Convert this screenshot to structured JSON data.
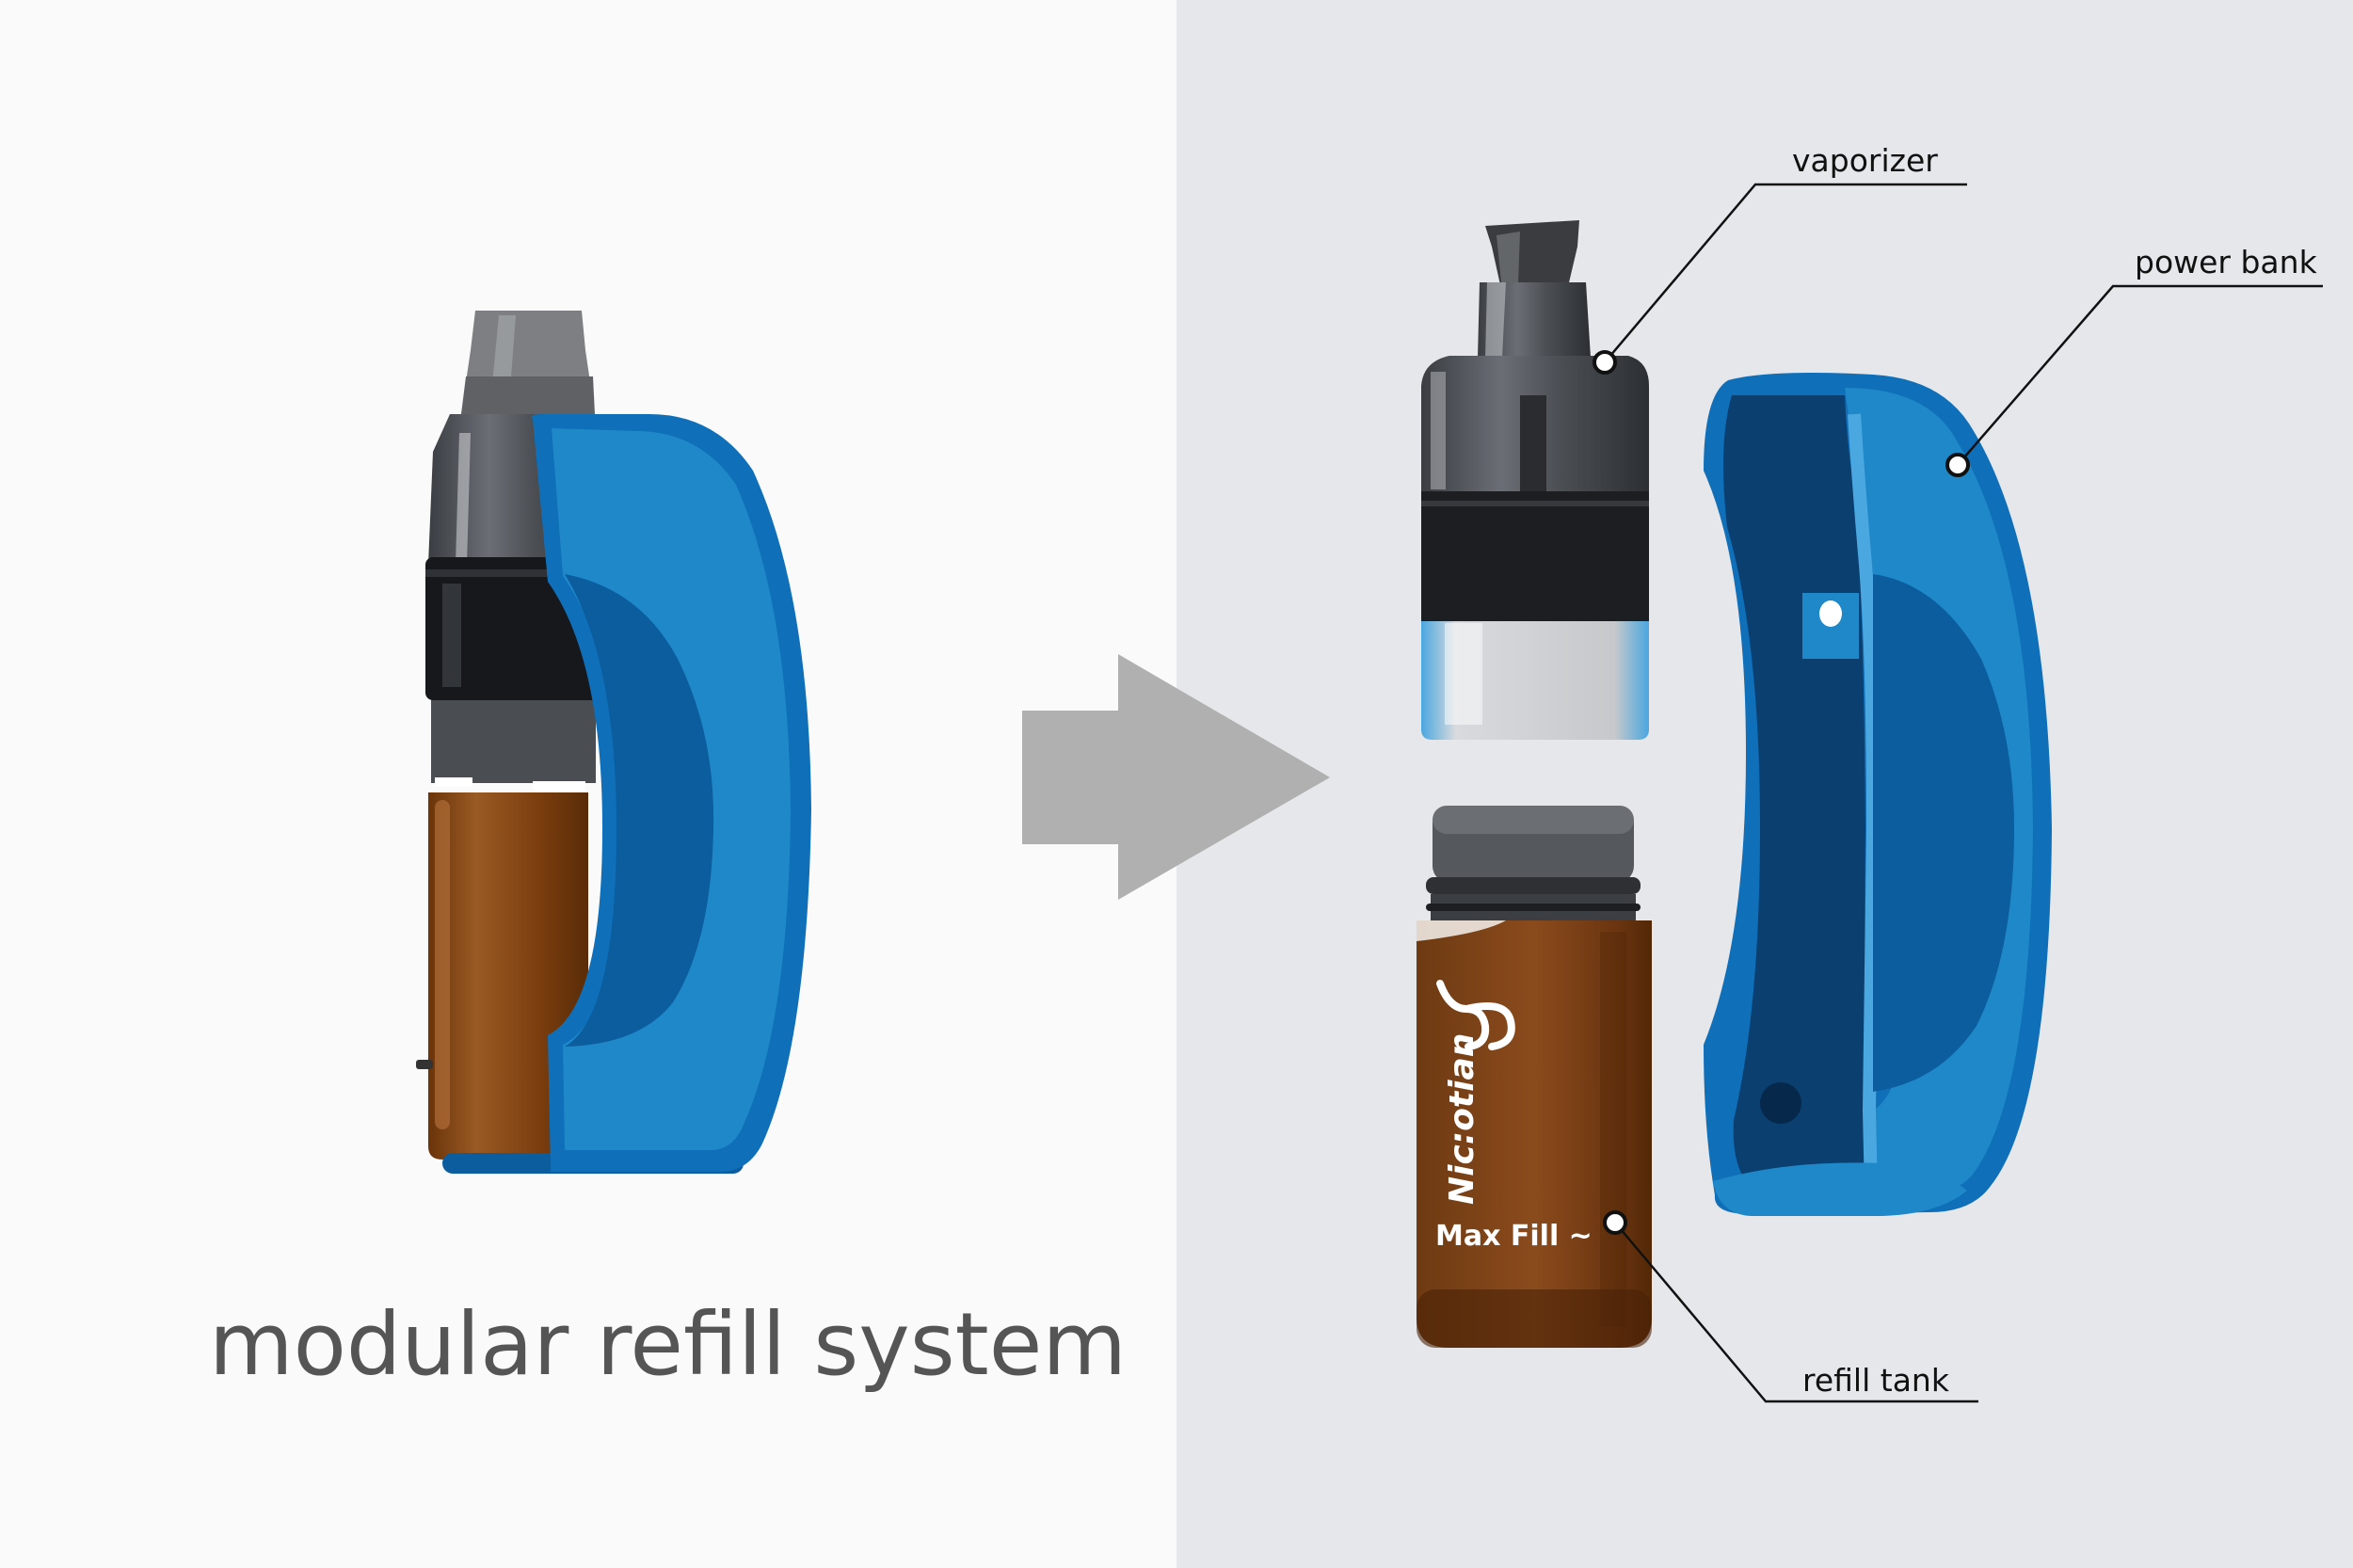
{
  "caption": "modular refill system",
  "callouts": {
    "vaporizer": "vaporizer",
    "power_bank": "power bank",
    "refill_tank": "refill tank"
  },
  "bottle_label": {
    "brand": "Nic:otian",
    "fill_mark": "Max Fill ~"
  },
  "colors": {
    "left_bg": "#fafafa",
    "right_bg": "#e6e7ea",
    "blue_main": "#1e88c8",
    "blue_dark": "#0b5d9e",
    "blue_deep": "#0d3d6b",
    "liquid": "#7a3d0e",
    "arrow": "#b0b0b0"
  },
  "icons": [
    "arrow-right-icon",
    "device-icon",
    "vaporizer-icon",
    "power-bank-icon",
    "refill-tank-icon"
  ]
}
